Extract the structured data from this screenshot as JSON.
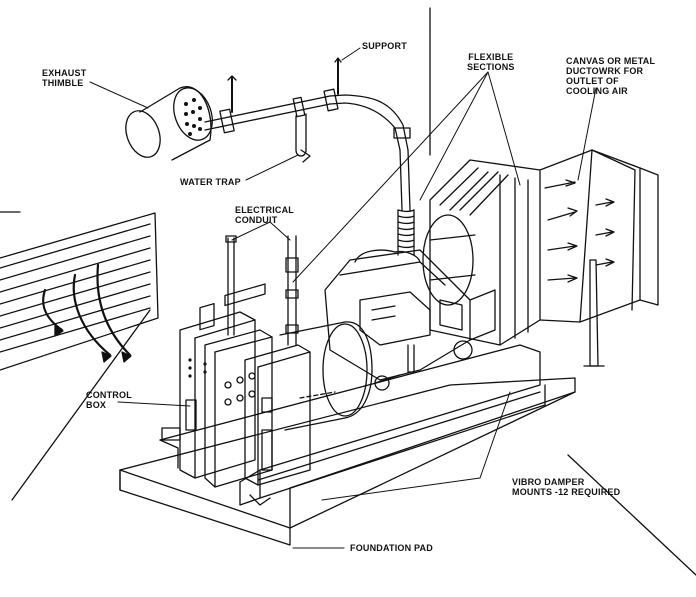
{
  "labels": {
    "exhaust_thimble": [
      "EXHAUST",
      "THIMBLE"
    ],
    "support": "SUPPORT",
    "flexible_sections": [
      "FLEXIBLE",
      "SECTIONS"
    ],
    "ductwork": [
      "CANVAS OR METAL",
      "DUCTOWRK FOR",
      "OUTLET OF",
      "COOLING AIR"
    ],
    "water_trap": "WATER TRAP",
    "electrical_conduit": [
      "ELECTRICAL",
      "CONDUIT"
    ],
    "control_box": [
      "CONTROL",
      "BOX"
    ],
    "vibro_damper": [
      "VIBRO DAMPER",
      "MOUNTS -12 REQUIRED"
    ],
    "foundation_pad": "FOUNDATION PAD"
  },
  "colors": {
    "ink": "#111111",
    "background": "#ffffff"
  }
}
